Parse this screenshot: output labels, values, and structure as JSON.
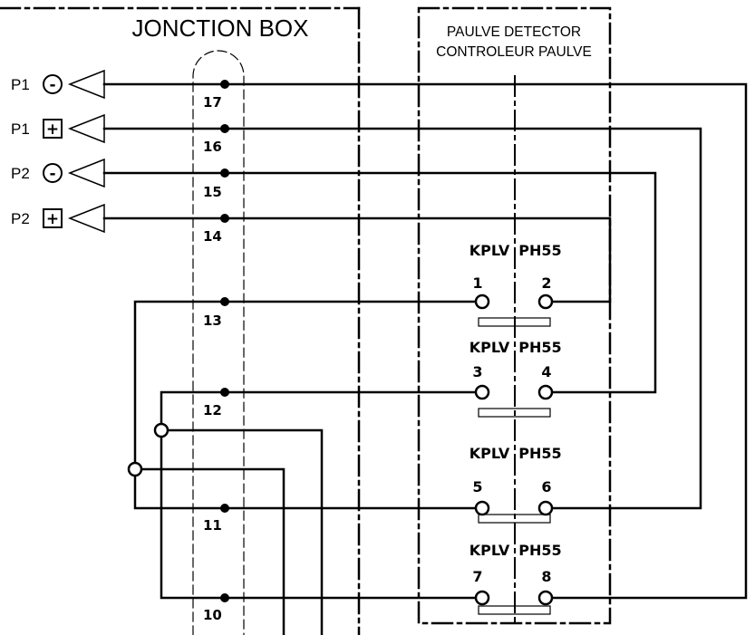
{
  "junction_box": {
    "title": "JONCTION BOX"
  },
  "paulve_detector": {
    "title_line1": "PAULVE DETECTOR",
    "title_line2": "CONTROLEUR PAULVE"
  },
  "inputs": [
    {
      "label": "P1",
      "symbol": "-"
    },
    {
      "label": "P1",
      "symbol": "+"
    },
    {
      "label": "P2",
      "symbol": "-"
    },
    {
      "label": "P2",
      "symbol": "+"
    }
  ],
  "terminals": [
    "17",
    "16",
    "15",
    "14",
    "13",
    "12",
    "11",
    "10"
  ],
  "contacts": [
    {
      "left_header": "KPLV",
      "right_header": "PH55",
      "left_pin": "1",
      "right_pin": "2"
    },
    {
      "left_header": "KPLV",
      "right_header": "PH55",
      "left_pin": "3",
      "right_pin": "4"
    },
    {
      "left_header": "KPLV",
      "right_header": "PH55",
      "left_pin": "5",
      "right_pin": "6"
    },
    {
      "left_header": "KPLV",
      "right_header": "PH55",
      "left_pin": "7",
      "right_pin": "8"
    }
  ]
}
